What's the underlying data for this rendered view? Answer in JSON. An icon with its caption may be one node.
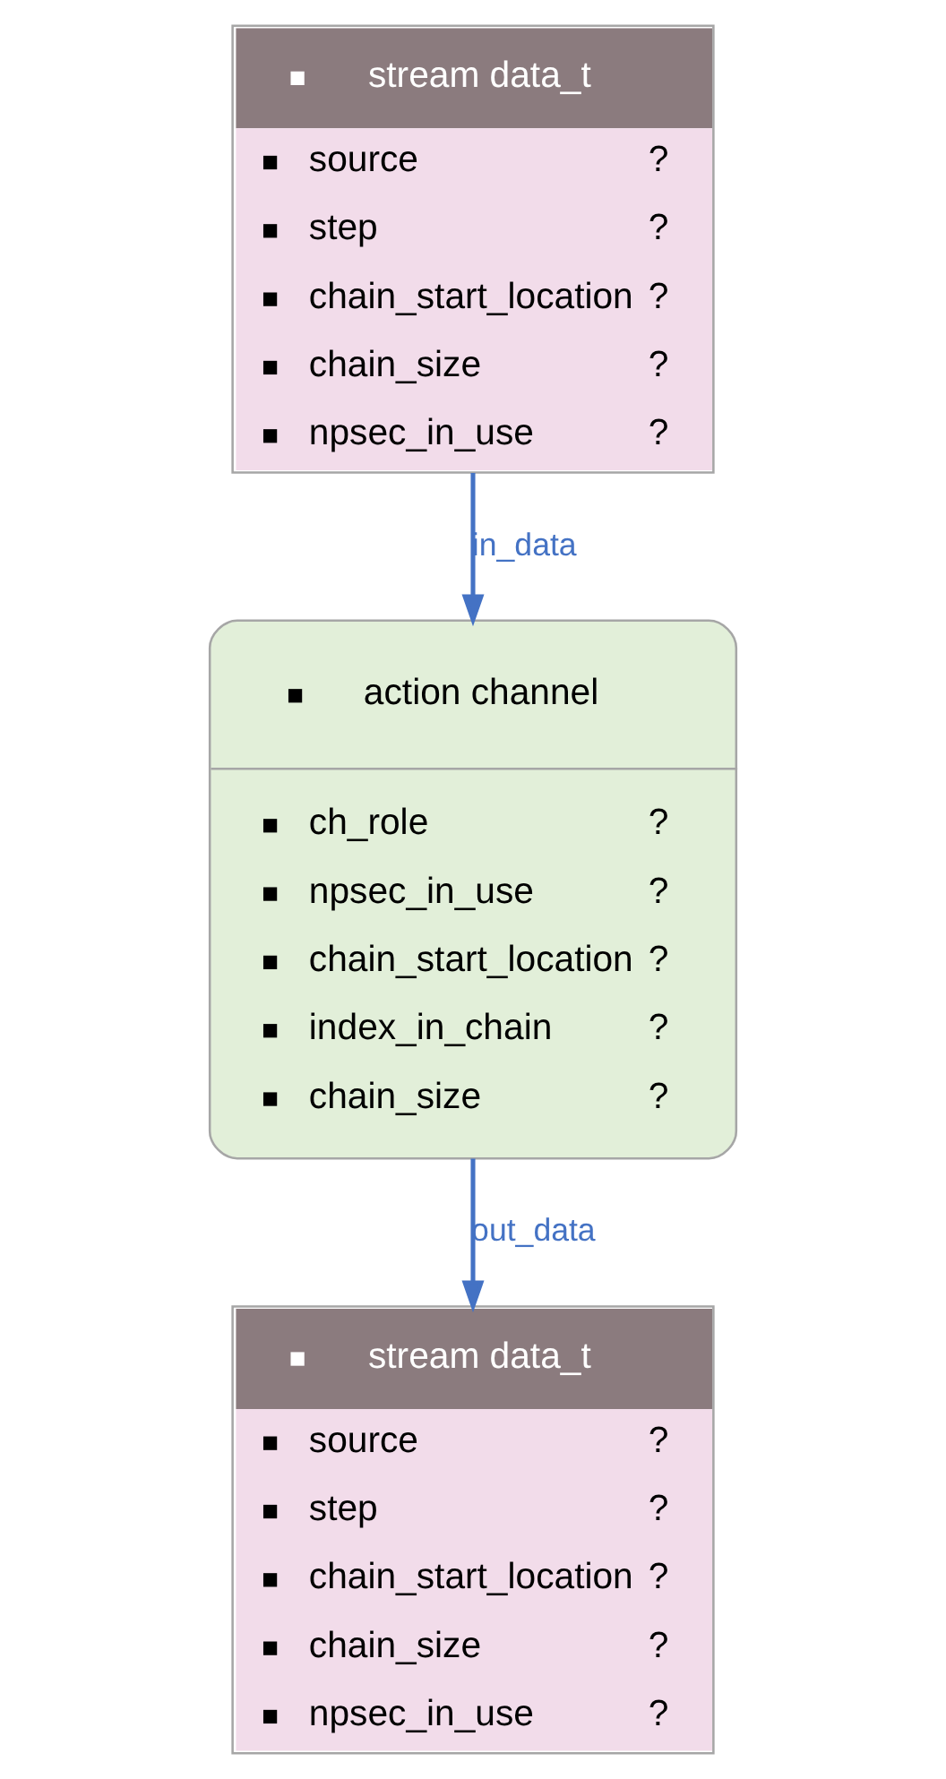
{
  "diagram": {
    "nodes": [
      {
        "text": [
          "stream data_t",
          "source",
          "?",
          "step",
          "?",
          "chain_start_location",
          "?",
          "chain_size",
          "?",
          "npsec_in_use",
          "?"
        ]
      },
      {
        "text": [
          "action channel",
          "ch_role",
          "?",
          "npsec_in_use",
          "?",
          "chain_start_location",
          "?",
          "index_in_chain",
          "?",
          "chain_size",
          "?"
        ]
      },
      {
        "text": [
          "stream data_t",
          "source",
          "?",
          "step",
          "?",
          "chain_start_location",
          "?",
          "chain_size",
          "?",
          "npsec_in_use",
          "?"
        ]
      }
    ],
    "edges": [
      {
        "from": 0,
        "to": 1,
        "arrow": "to",
        "label": "in_data"
      },
      {
        "from": 1,
        "to": 2,
        "arrow": "to",
        "label": "out_data"
      }
    ]
  }
}
